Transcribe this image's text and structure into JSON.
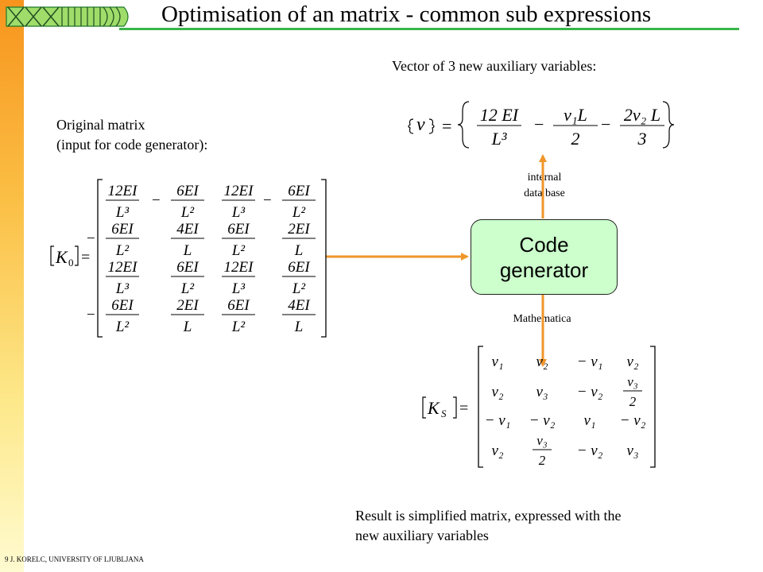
{
  "slide": {
    "title": "Optimisation of an matrix - common sub expressions",
    "footer": "9   J. KORELC, UNIVERSITY OF LJUBLJANA"
  },
  "labels": {
    "vector_caption": "Vector of 3 new auxiliary variables:",
    "original_line1": "Original matrix",
    "original_line2": "(input for code generator):",
    "internal_line1": "internal",
    "internal_line2": "data base",
    "codegen_line1": "Code",
    "codegen_line2": "generator",
    "mathematica": "Mathematica",
    "result_line1": "Result is simplified matrix, expressed with the",
    "result_line2": "new auxiliary variables"
  },
  "colors": {
    "accent_arrow": "#f0962a",
    "title_rule": "#39b54a",
    "codegen_fill": "#ccffcc"
  },
  "vector_v": {
    "lhs": "v",
    "entries": [
      {
        "sign": "",
        "num": "12 EI",
        "den": "L³"
      },
      {
        "sign": "−",
        "num": "v₁L",
        "den": "2"
      },
      {
        "sign": "−",
        "num": "2v₂ L",
        "den": "3"
      }
    ]
  },
  "matrix_K0": {
    "lhs_symbol": "K",
    "lhs_subscript": "0",
    "rows": [
      [
        {
          "sign": "",
          "num": "12EI",
          "den": "L³"
        },
        {
          "sign": "−",
          "num": "6EI",
          "den": "L²"
        },
        {
          "sign": "",
          "num": "12EI",
          "den": "L³"
        },
        {
          "sign": "−",
          "num": "6EI",
          "den": "L²"
        }
      ],
      [
        {
          "sign": "−",
          "num": "6EI",
          "den": "L²"
        },
        {
          "sign": "",
          "num": "4EI",
          "den": "L"
        },
        {
          "sign": "",
          "num": "6EI",
          "den": "L²"
        },
        {
          "sign": "",
          "num": "2EI",
          "den": "L"
        }
      ],
      [
        {
          "sign": "",
          "num": "12EI",
          "den": "L³"
        },
        {
          "sign": "",
          "num": "6EI",
          "den": "L²"
        },
        {
          "sign": "",
          "num": "12EI",
          "den": "L³"
        },
        {
          "sign": "",
          "num": "6EI",
          "den": "L²"
        }
      ],
      [
        {
          "sign": "−",
          "num": "6EI",
          "den": "L²"
        },
        {
          "sign": "",
          "num": "2EI",
          "den": "L"
        },
        {
          "sign": "",
          "num": "6EI",
          "den": "L²"
        },
        {
          "sign": "",
          "num": "4EI",
          "den": "L"
        }
      ]
    ]
  },
  "matrix_KS": {
    "lhs_symbol": "K",
    "lhs_subscript": "S",
    "rows": [
      [
        {
          "t": "v₁"
        },
        {
          "t": "v₂"
        },
        {
          "t": "− v₁"
        },
        {
          "t": "v₂"
        }
      ],
      [
        {
          "t": "v₂"
        },
        {
          "t": "v₃"
        },
        {
          "t": "− v₂"
        },
        {
          "num": "v₃",
          "den": "2"
        }
      ],
      [
        {
          "t": "− v₁"
        },
        {
          "t": "− v₂"
        },
        {
          "t": "v₁"
        },
        {
          "t": "− v₂"
        }
      ],
      [
        {
          "t": "v₂"
        },
        {
          "num": "v₃",
          "den": "2"
        },
        {
          "t": "− v₂"
        },
        {
          "t": "v₃"
        }
      ]
    ]
  }
}
